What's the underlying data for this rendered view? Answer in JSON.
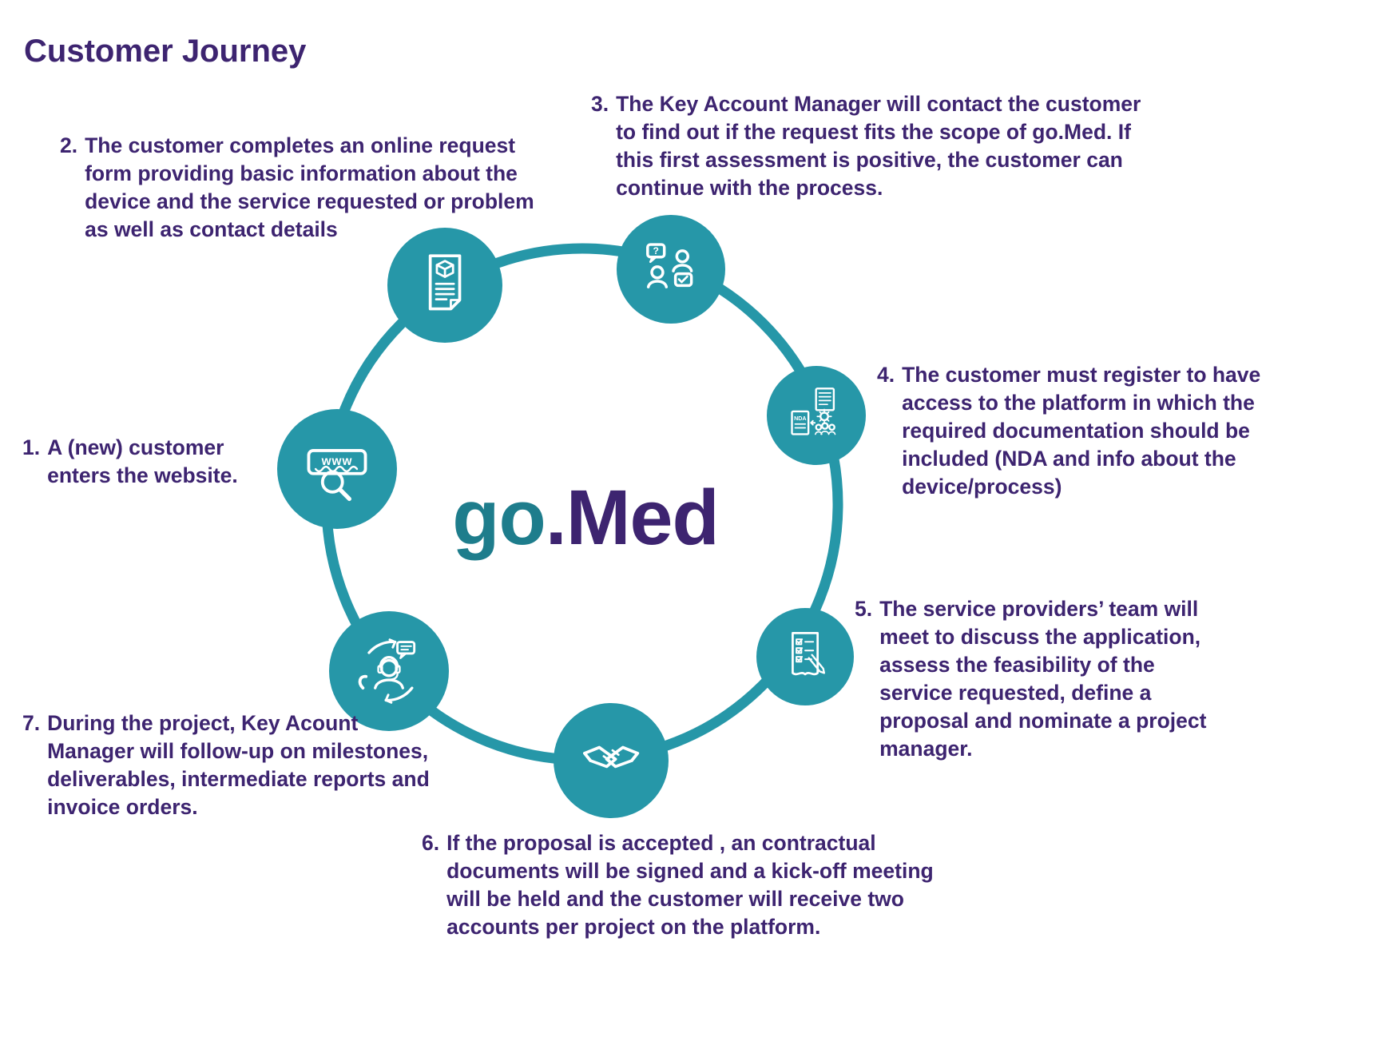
{
  "title": "Customer Journey",
  "logo": {
    "go": "go",
    "dot": ".",
    "med": "Med"
  },
  "colors": {
    "teal": "#2697A8",
    "purple": "#3D2470",
    "logo_go_teal": "#1E7D8C"
  },
  "steps": [
    {
      "num": "1.",
      "icon": "website-search-icon",
      "text": "A (new) customer enters the website."
    },
    {
      "num": "2.",
      "icon": "online-request-form-icon",
      "text": "The customer completes an online request form providing basic information about the device and the service requested or problem as well as contact details"
    },
    {
      "num": "3.",
      "icon": "account-manager-contact-icon",
      "text": "The Key Account Manager will contact the customer to find out if the request fits the scope of go.Med. If this first assessment is positive, the customer can continue with the process."
    },
    {
      "num": "4.",
      "icon": "platform-registration-nda-icon",
      "text": "The customer must register to have access to the platform in which the required documentation should be included (NDA and info about the device/process)"
    },
    {
      "num": "5.",
      "icon": "team-proposal-checklist-icon",
      "text": "The service providers’ team will meet to discuss the application, assess the feasibility of the service requested, define a proposal and nominate a project manager."
    },
    {
      "num": "6.",
      "icon": "handshake-agreement-icon",
      "text": "If the proposal is accepted , an contractual documents will be signed and a kick-off meeting will be held and the customer will receive two accounts per project on the platform."
    },
    {
      "num": "7.",
      "icon": "followup-support-icon",
      "text": "During the project, Key Acount Manager will follow-up on milestones, deliverables, intermediate reports and invoice orders."
    }
  ]
}
